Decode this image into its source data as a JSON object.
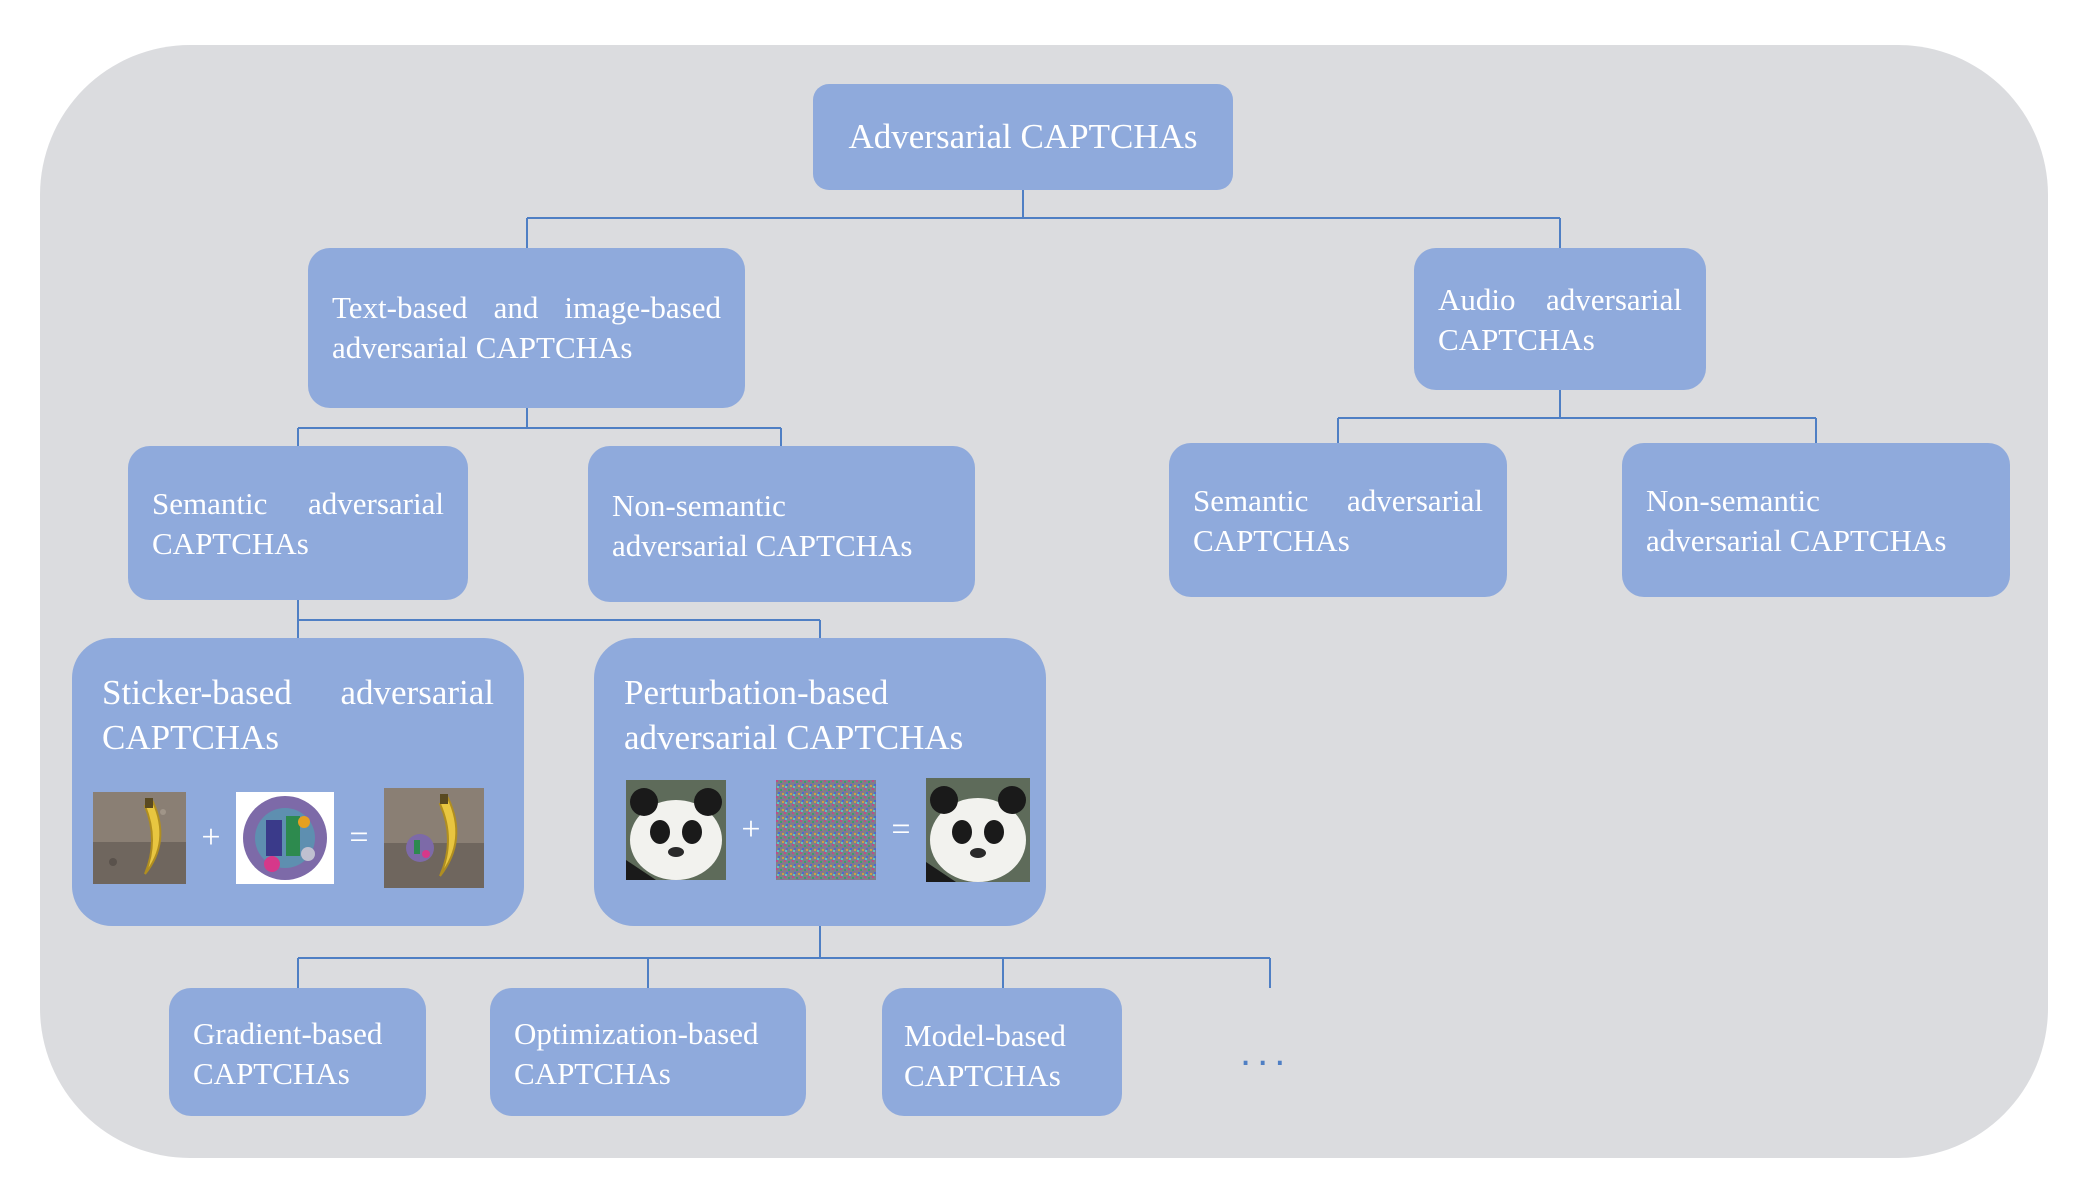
{
  "root": {
    "label": "Adversarial CAPTCHAs"
  },
  "text_image": {
    "line1": "Text-based and image-based",
    "line2": "adversarial CAPTCHAs"
  },
  "audio": {
    "line1": "Audio adversarial",
    "line2": "CAPTCHAs"
  },
  "ti_semantic": {
    "line1": "Semantic adversarial",
    "line2": "CAPTCHAs"
  },
  "ti_nonsemantic": {
    "line1": "Non-semantic",
    "line2": "adversarial CAPTCHAs"
  },
  "au_semantic": {
    "line1": "Semantic adversarial",
    "line2": "CAPTCHAs"
  },
  "au_nonsemantic": {
    "line1": "Non-semantic",
    "line2": "adversarial CAPTCHAs"
  },
  "sticker": {
    "line1": "Sticker-based adversarial",
    "line2": "CAPTCHAs",
    "plus": "+",
    "equals": "="
  },
  "perturbation": {
    "line1": "Perturbation-based",
    "line2": "adversarial CAPTCHAs",
    "plus": "+",
    "equals": "="
  },
  "gradient": {
    "line1": "Gradient-based",
    "line2": "CAPTCHAs"
  },
  "optimization": {
    "line1": "Optimization-based",
    "line2": "CAPTCHAs"
  },
  "model": {
    "line1": "Model-based",
    "line2": "CAPTCHAs"
  },
  "ellipsis": "...",
  "colors": {
    "panel": "#dbdcdf",
    "box": "#8faadc",
    "connector": "#4f7fc4",
    "text": "#ffffff"
  },
  "images": [
    "banana-photo",
    "adversarial-sticker",
    "banana-with-sticker",
    "panda-photo",
    "noise-perturbation",
    "perturbed-panda"
  ]
}
